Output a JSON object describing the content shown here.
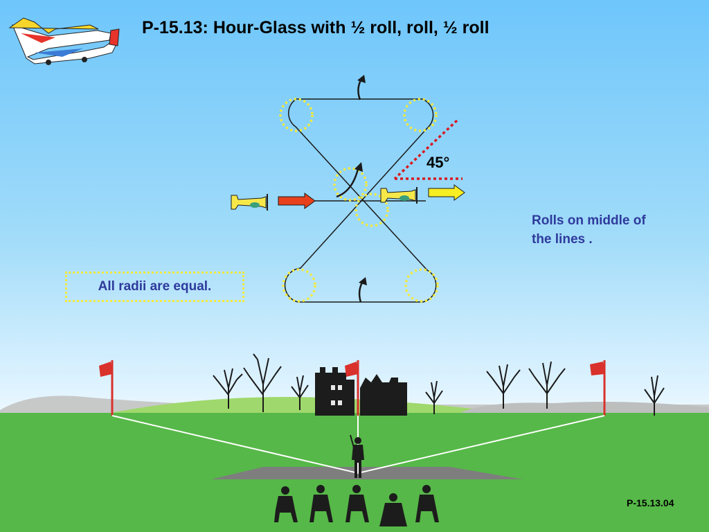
{
  "title": "P-15.13: Hour-Glass with ½ roll, roll, ½ roll",
  "angle_label": "45°",
  "note": {
    "line1": "Rolls on middle of",
    "line2": "the lines ."
  },
  "radii_label": "All radii are equal.",
  "slide_ref": "P-15.13.04",
  "colors": {
    "sky_top": "#6ec6fb",
    "grass": "#56b848",
    "circle_dots": "#f5ea3a",
    "angle_dots": "#d9181f",
    "entry_arrow": "#e8401c",
    "exit_arrow": "#f7ee23",
    "text_blue": "#2e3a9c",
    "flag": "#d9312b"
  },
  "icons": [
    "logo-plane-icon",
    "entry-plane-icon",
    "exit-plane-icon",
    "roll-arrow-icon",
    "tree-icon",
    "castle-icon",
    "flag-icon",
    "pilot-icon",
    "judge-icon"
  ]
}
